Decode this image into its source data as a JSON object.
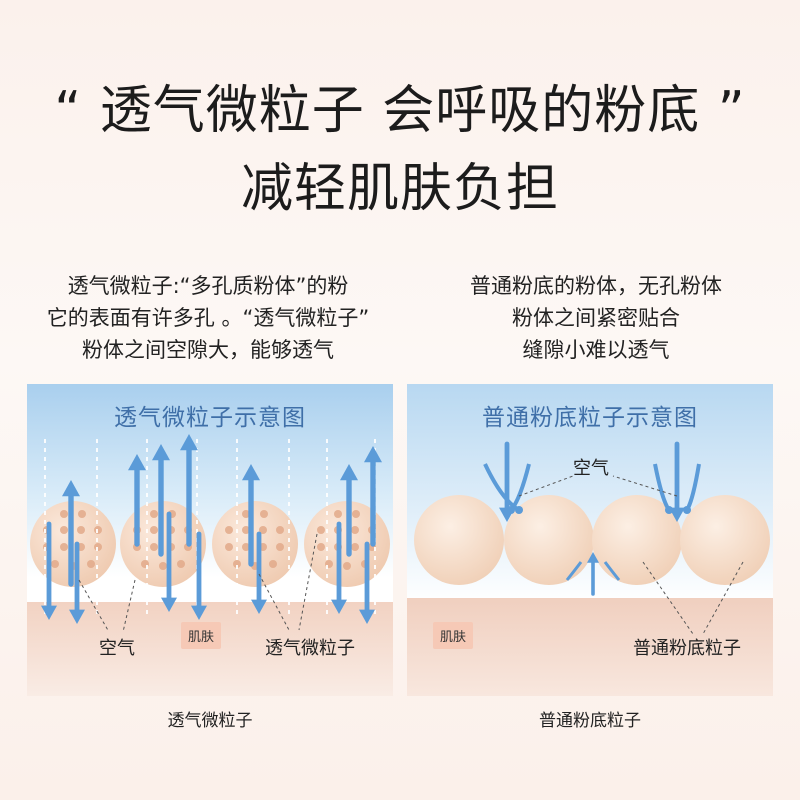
{
  "headline": {
    "line1": "“ 透气微粒子  会呼吸的粉底 ”",
    "line2": "减轻肌肤负担"
  },
  "left": {
    "description": [
      "透气微粒子:“多孔质粉体”的粉",
      "它的表面有许多孔 。“透气微粒子”",
      "粉体之间空隙大，能够透气"
    ],
    "diagram_title": "透气微粒子示意图",
    "label_air": "空气",
    "label_skin": "肌肤",
    "label_particle": "透气微粒子",
    "caption": "透气微粒子"
  },
  "right": {
    "description": [
      "普通粉底的粉体，无孔粉体",
      "粉体之间紧密贴合",
      "缝隙小难以透气"
    ],
    "diagram_title": "普通粉底粒子示意图",
    "label_air": "空气",
    "label_skin": "肌肤",
    "label_particle": "普通粉底粒子",
    "caption": "普通粉底粒子"
  },
  "colors": {
    "arrow": "#5b9bd8",
    "particle": "#f2d4bd",
    "skin": "#f0cdbb",
    "title": "#3f6fa8"
  }
}
